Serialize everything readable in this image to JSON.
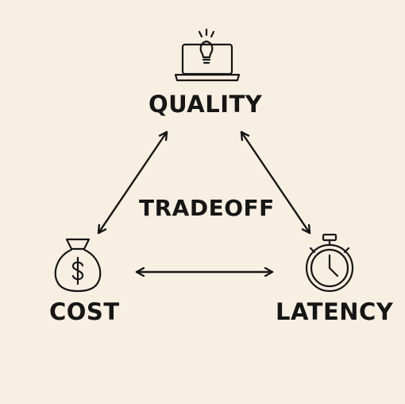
{
  "diagram": {
    "nodes": {
      "quality": {
        "label": "QUALITY",
        "icon": "laptop-lightbulb-icon"
      },
      "cost": {
        "label": "COST",
        "icon": "money-bag-icon"
      },
      "latency": {
        "label": "LATENCY",
        "icon": "stopwatch-icon"
      }
    },
    "center_label": "TRADEOFF",
    "edges": [
      {
        "from": "quality",
        "to": "cost",
        "style": "double-arrow"
      },
      {
        "from": "quality",
        "to": "latency",
        "style": "double-arrow"
      },
      {
        "from": "cost",
        "to": "latency",
        "style": "double-arrow"
      }
    ],
    "colors": {
      "background": "#f7efe2",
      "ink": "#161616"
    }
  }
}
